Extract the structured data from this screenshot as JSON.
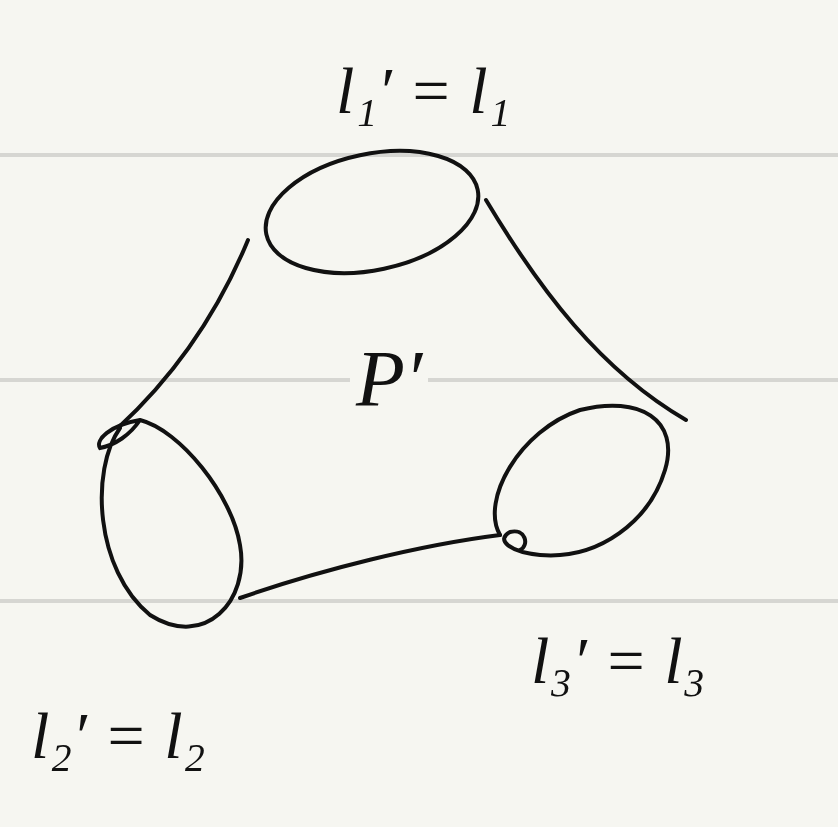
{
  "diagram": {
    "labels": [
      "l₁′ = l₁",
      "P′",
      "l₂′ = l₂",
      "l₃′ = l₃"
    ]
  }
}
